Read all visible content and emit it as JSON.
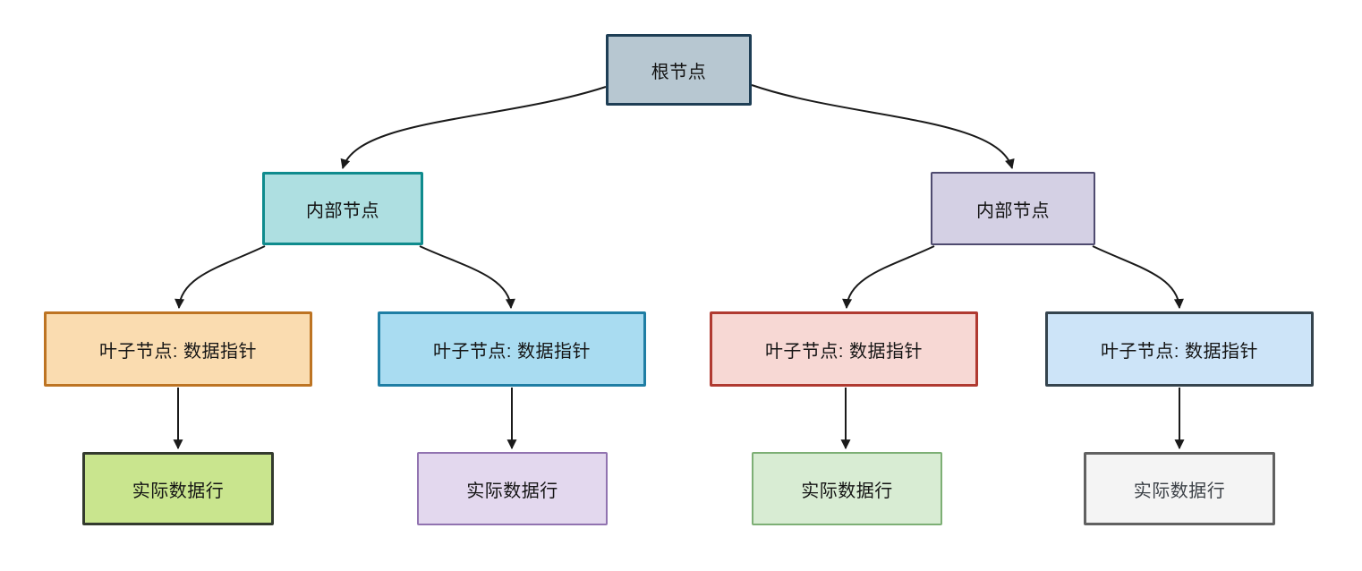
{
  "diagram": {
    "type": "tree",
    "background": "#ffffff",
    "edge_color": "#1a1a1a",
    "nodes": {
      "root": {
        "label": "根节点",
        "fill": "#b7c7d1",
        "border": "#1e3e55",
        "text_color": "#141414"
      },
      "internal_left": {
        "label": "内部节点",
        "fill": "#aedfe1",
        "border": "#0f8b8d",
        "text_color": "#141414"
      },
      "internal_right": {
        "label": "内部节点",
        "fill": "#d4d0e4",
        "border": "#4f4b70",
        "text_color": "#141414"
      },
      "leaf_1": {
        "label": "叶子节点: 数据指针",
        "fill": "#fadcb0",
        "border": "#bd7423",
        "text_color": "#141414"
      },
      "leaf_2": {
        "label": "叶子节点: 数据指针",
        "fill": "#a9dcf1",
        "border": "#1f7ea4",
        "text_color": "#141414"
      },
      "leaf_3": {
        "label": "叶子节点: 数据指针",
        "fill": "#f7d8d4",
        "border": "#b03a31",
        "text_color": "#141414"
      },
      "leaf_4": {
        "label": "叶子节点: 数据指针",
        "fill": "#cde4f8",
        "border": "#35444e",
        "text_color": "#141414"
      },
      "data_row_1": {
        "label": "实际数据行",
        "fill": "#c9e58e",
        "border": "#333a2e",
        "text_color": "#141414"
      },
      "data_row_2": {
        "label": "实际数据行",
        "fill": "#e3d8ee",
        "border": "#9173b0",
        "text_color": "#141414"
      },
      "data_row_3": {
        "label": "实际数据行",
        "fill": "#d8ecd3",
        "border": "#7daf75",
        "text_color": "#141414"
      },
      "data_row_4": {
        "label": "实际数据行",
        "fill": "#f4f4f4",
        "border": "#616161",
        "text_color": "#3d4248"
      }
    },
    "edges": [
      {
        "from": "root",
        "to": "internal_left"
      },
      {
        "from": "root",
        "to": "internal_right"
      },
      {
        "from": "internal_left",
        "to": "leaf_1"
      },
      {
        "from": "internal_left",
        "to": "leaf_2"
      },
      {
        "from": "internal_right",
        "to": "leaf_3"
      },
      {
        "from": "internal_right",
        "to": "leaf_4"
      },
      {
        "from": "leaf_1",
        "to": "data_row_1"
      },
      {
        "from": "leaf_2",
        "to": "data_row_2"
      },
      {
        "from": "leaf_3",
        "to": "data_row_3"
      },
      {
        "from": "leaf_4",
        "to": "data_row_4"
      }
    ]
  }
}
